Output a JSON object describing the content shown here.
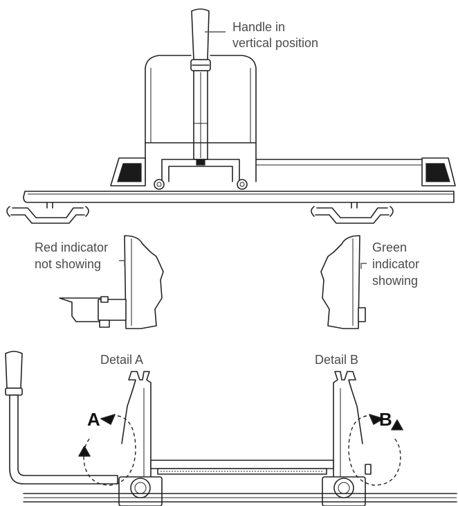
{
  "callouts": {
    "handle": [
      "Handle in",
      "vertical position"
    ],
    "red": [
      "Red indicator",
      "not showing"
    ],
    "green": [
      "Green",
      "indicator",
      "showing"
    ]
  },
  "details": {
    "a": "Detail A",
    "b": "Detail B"
  },
  "markers": {
    "a": "A",
    "b": "B"
  },
  "colors": {
    "line": "#222222",
    "label": "#4a4a4a"
  }
}
